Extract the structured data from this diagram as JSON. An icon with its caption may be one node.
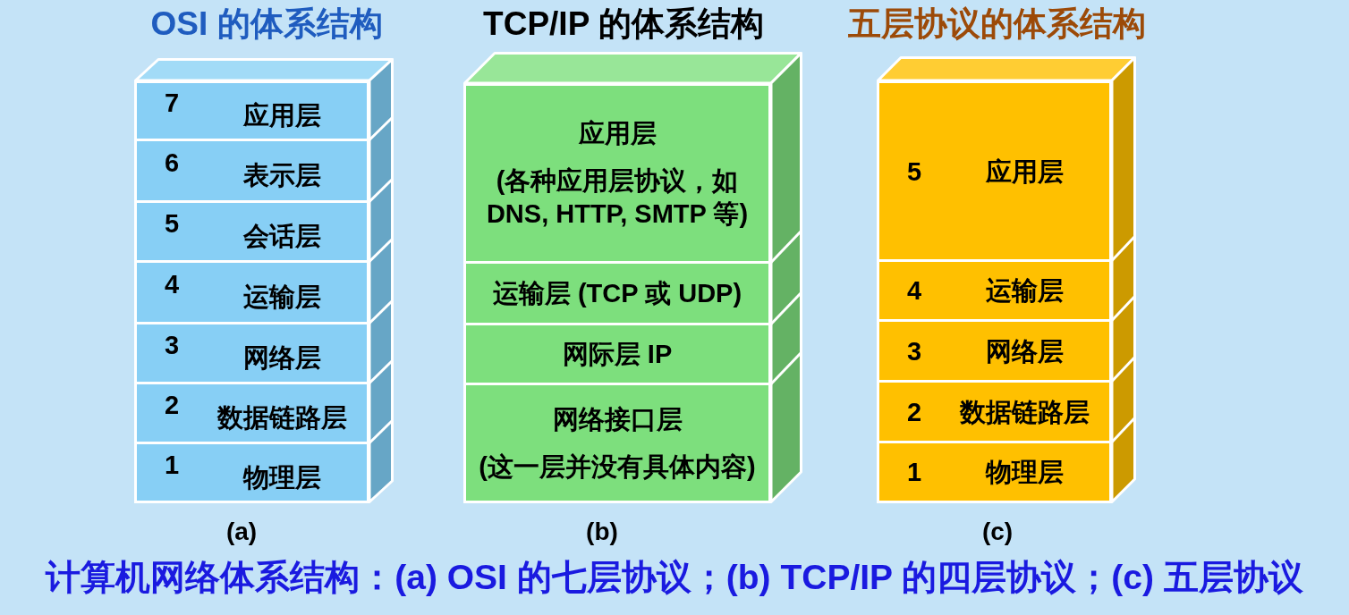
{
  "diagram": {
    "caption": "计算机网络体系结构：(a) OSI 的七层协议；(b) TCP/IP 的四层协议；(c) 五层协议",
    "nodes": [
      {
        "text": [
          "OSI 的体系结构"
        ],
        "beside": [
          "(a)"
        ]
      },
      {
        "text": [
          "7",
          "应用层"
        ],
        "in": 0
      },
      {
        "text": [
          "6",
          "表示层"
        ],
        "in": 0
      },
      {
        "text": [
          "5",
          "会话层"
        ],
        "in": 0
      },
      {
        "text": [
          "4",
          "运输层"
        ],
        "in": 0
      },
      {
        "text": [
          "3",
          "网络层"
        ],
        "in": 0
      },
      {
        "text": [
          "2",
          "数据链路层"
        ],
        "in": 0
      },
      {
        "text": [
          "1",
          "物理层"
        ],
        "in": 0
      },
      {
        "text": [
          "TCP/IP 的体系结构"
        ],
        "beside": [
          "(b)"
        ]
      },
      {
        "text": [
          "应用层",
          "(各种应用层协议，如 DNS, HTTP, SMTP 等)"
        ],
        "in": 8
      },
      {
        "text": [
          "运输层 (TCP 或 UDP)"
        ],
        "in": 8
      },
      {
        "text": [
          "网际层 IP"
        ],
        "in": 8
      },
      {
        "text": [
          "网络接口层",
          "(这一层并没有具体内容)"
        ],
        "in": 8
      },
      {
        "text": [
          "五层协议的体系结构"
        ],
        "beside": [
          "(c)"
        ]
      },
      {
        "text": [
          "5",
          "应用层"
        ],
        "in": 13
      },
      {
        "text": [
          "4",
          "运输层"
        ],
        "in": 13
      },
      {
        "text": [
          "3",
          "网络层"
        ],
        "in": 13
      },
      {
        "text": [
          "2",
          "数据链路层"
        ],
        "in": 13
      },
      {
        "text": [
          "1",
          "物理层"
        ],
        "in": 13
      }
    ]
  }
}
